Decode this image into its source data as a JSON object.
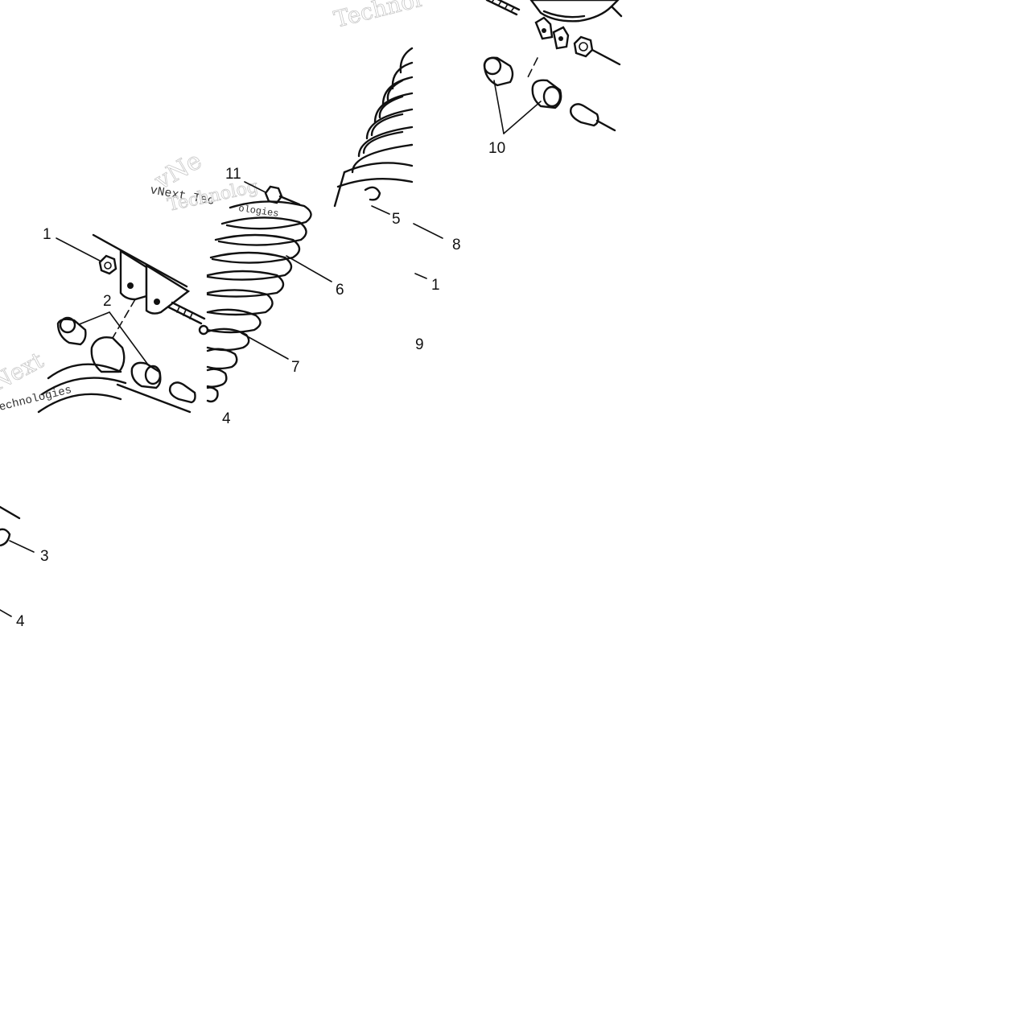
{
  "diagram": {
    "callouts": {
      "c1a": "1",
      "c2": "2",
      "c4a": "4",
      "c11": "11",
      "c5": "5",
      "c8": "8",
      "c1b": "1",
      "c6": "6",
      "c7": "7",
      "c9": "9",
      "c10": "10",
      "c3": "3",
      "c4b": "4"
    },
    "watermarks": {
      "top_brand": "Technol",
      "mid_brand": "vNext Tec",
      "mid_brand_big": "vNe",
      "mid_sub": "Technolog",
      "left_brand_big": "Next",
      "left_sub": "echnologies",
      "spring_small": "ologies"
    }
  }
}
